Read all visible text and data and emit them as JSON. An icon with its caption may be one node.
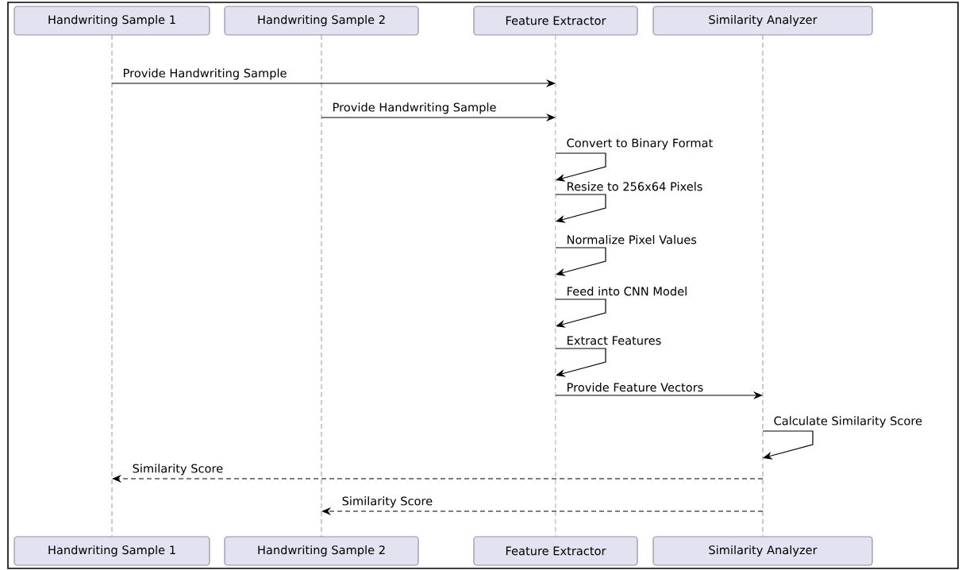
{
  "diagram": {
    "nodes": [
      {
        "text": [
          "Handwriting Sample 1"
        ]
      },
      {
        "text": [
          "Handwriting Sample 2"
        ]
      },
      {
        "text": [
          "Feature Extractor"
        ]
      },
      {
        "text": [
          "Similarity Analyzer"
        ]
      },
      {
        "text": [
          "Handwriting Sample 1"
        ]
      },
      {
        "text": [
          "Handwriting Sample 2"
        ]
      },
      {
        "text": [
          "Feature Extractor"
        ]
      },
      {
        "text": [
          "Similarity Analyzer"
        ]
      },
      {
        "text": [],
        "shape": "line"
      },
      {
        "text": [],
        "shape": "line"
      },
      {
        "text": [],
        "shape": "line"
      },
      {
        "text": [],
        "shape": "line"
      }
    ],
    "edges": [
      {
        "from": 8,
        "to": 10,
        "arrow": "to",
        "label": "Provide Handwriting Sample"
      },
      {
        "from": 9,
        "to": 10,
        "arrow": "to",
        "label": "Provide Handwriting Sample"
      },
      {
        "from": 10,
        "to": 10,
        "arrow": "to",
        "label": "Convert to Binary Format"
      },
      {
        "from": 10,
        "to": 10,
        "arrow": "to",
        "label": "Resize to 256x64 Pixels"
      },
      {
        "from": 10,
        "to": 10,
        "arrow": "to",
        "label": "Normalize Pixel Values"
      },
      {
        "from": 10,
        "to": 10,
        "arrow": "to",
        "label": "Feed into CNN Model"
      },
      {
        "from": 10,
        "to": 10,
        "arrow": "to",
        "label": "Extract Features"
      },
      {
        "from": 10,
        "to": 11,
        "arrow": "to",
        "label": "Provide Feature Vectors"
      },
      {
        "from": 11,
        "to": 11,
        "arrow": "to",
        "label": "Calculate Similarity Score"
      },
      {
        "from": 11,
        "to": 8,
        "arrow": "to",
        "label": "Similarity Score",
        "style": "dashed"
      },
      {
        "from": 11,
        "to": 9,
        "arrow": "to",
        "label": "Similarity Score",
        "style": "dashed"
      }
    ]
  }
}
